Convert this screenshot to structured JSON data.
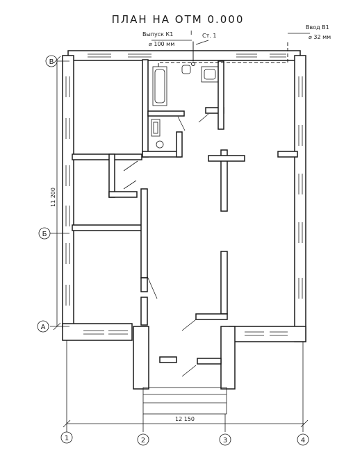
{
  "title": "ПЛАН НА ОТМ 0.000",
  "labels": {
    "outlet": "Выпуск К1",
    "outlet_dia": "⌀ 100 мм",
    "riser": "Ст. 1",
    "riser_mark": "I",
    "inlet": "Ввод В1",
    "inlet_dia": "⌀ 32 мм"
  },
  "dimensions": {
    "vertical": "11 200",
    "horizontal": "12 150"
  },
  "axes": {
    "rows": [
      "В",
      "Б",
      "А"
    ],
    "cols": [
      "1",
      "2",
      "3",
      "4"
    ]
  }
}
